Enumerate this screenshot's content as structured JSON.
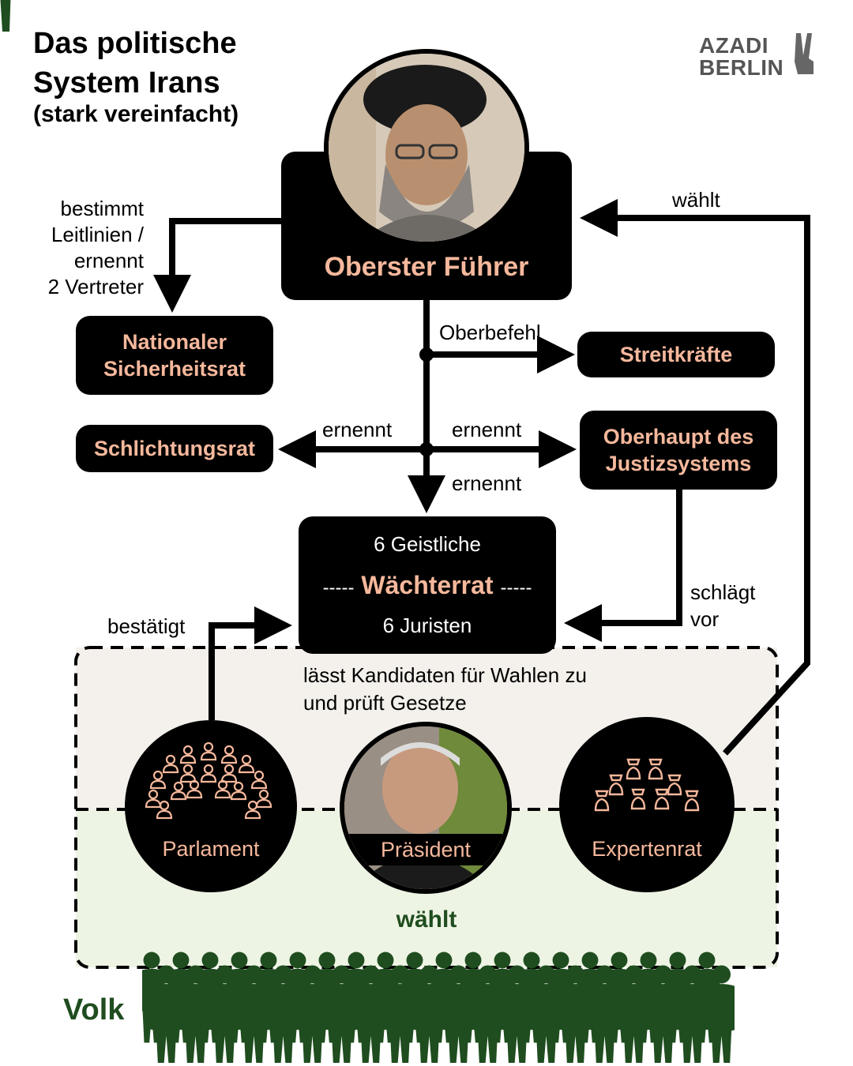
{
  "header": {
    "title_line1": "Das politische",
    "title_line2": "System Irans",
    "subtitle": "(stark vereinfacht)"
  },
  "logo": {
    "line1": "AZADI",
    "line2": "BERLIN",
    "icon": "peace-hand-icon"
  },
  "nodes": {
    "supreme_leader": "Oberster Führer",
    "security_council": {
      "line1": "Nationaler",
      "line2": "Sicherheitsrat"
    },
    "armed_forces": "Streitkräfte",
    "expediency_council": "Schlichtungsrat",
    "judiciary_head": {
      "line1": "Oberhaupt des",
      "line2": "Justizsystems"
    },
    "guardian_council": {
      "top": "6 Geistliche",
      "name": "Wächterrat",
      "bottom": "6 Juristen",
      "dashes": "-----"
    },
    "parliament": "Parlament",
    "president": "Präsident",
    "assembly_of_experts": "Expertenrat",
    "people": "Volk"
  },
  "edges": {
    "determines": {
      "line1": "bestimmt",
      "line2": "Leitlinien /",
      "line3": "ernennt",
      "line4": "2 Vertreter"
    },
    "command": "Oberbefehl",
    "appoints_left": "ernennt",
    "appoints_right": "ernennt",
    "appoints_down": "ernennt",
    "proposes": {
      "line1": "schlägt",
      "line2": "vor"
    },
    "confirms": "bestätigt",
    "elects_leader": "wählt",
    "elects_people": "wählt",
    "vetting": {
      "line1": "lässt Kandidaten für Wahlen zu",
      "line2": "und prüft Gesetze"
    }
  },
  "colors": {
    "accent": "#f6b89c",
    "box": "#000000",
    "upper_zone": "#f4f1ec",
    "lower_zone": "#eef4e4",
    "people": "#1f4d1f"
  }
}
